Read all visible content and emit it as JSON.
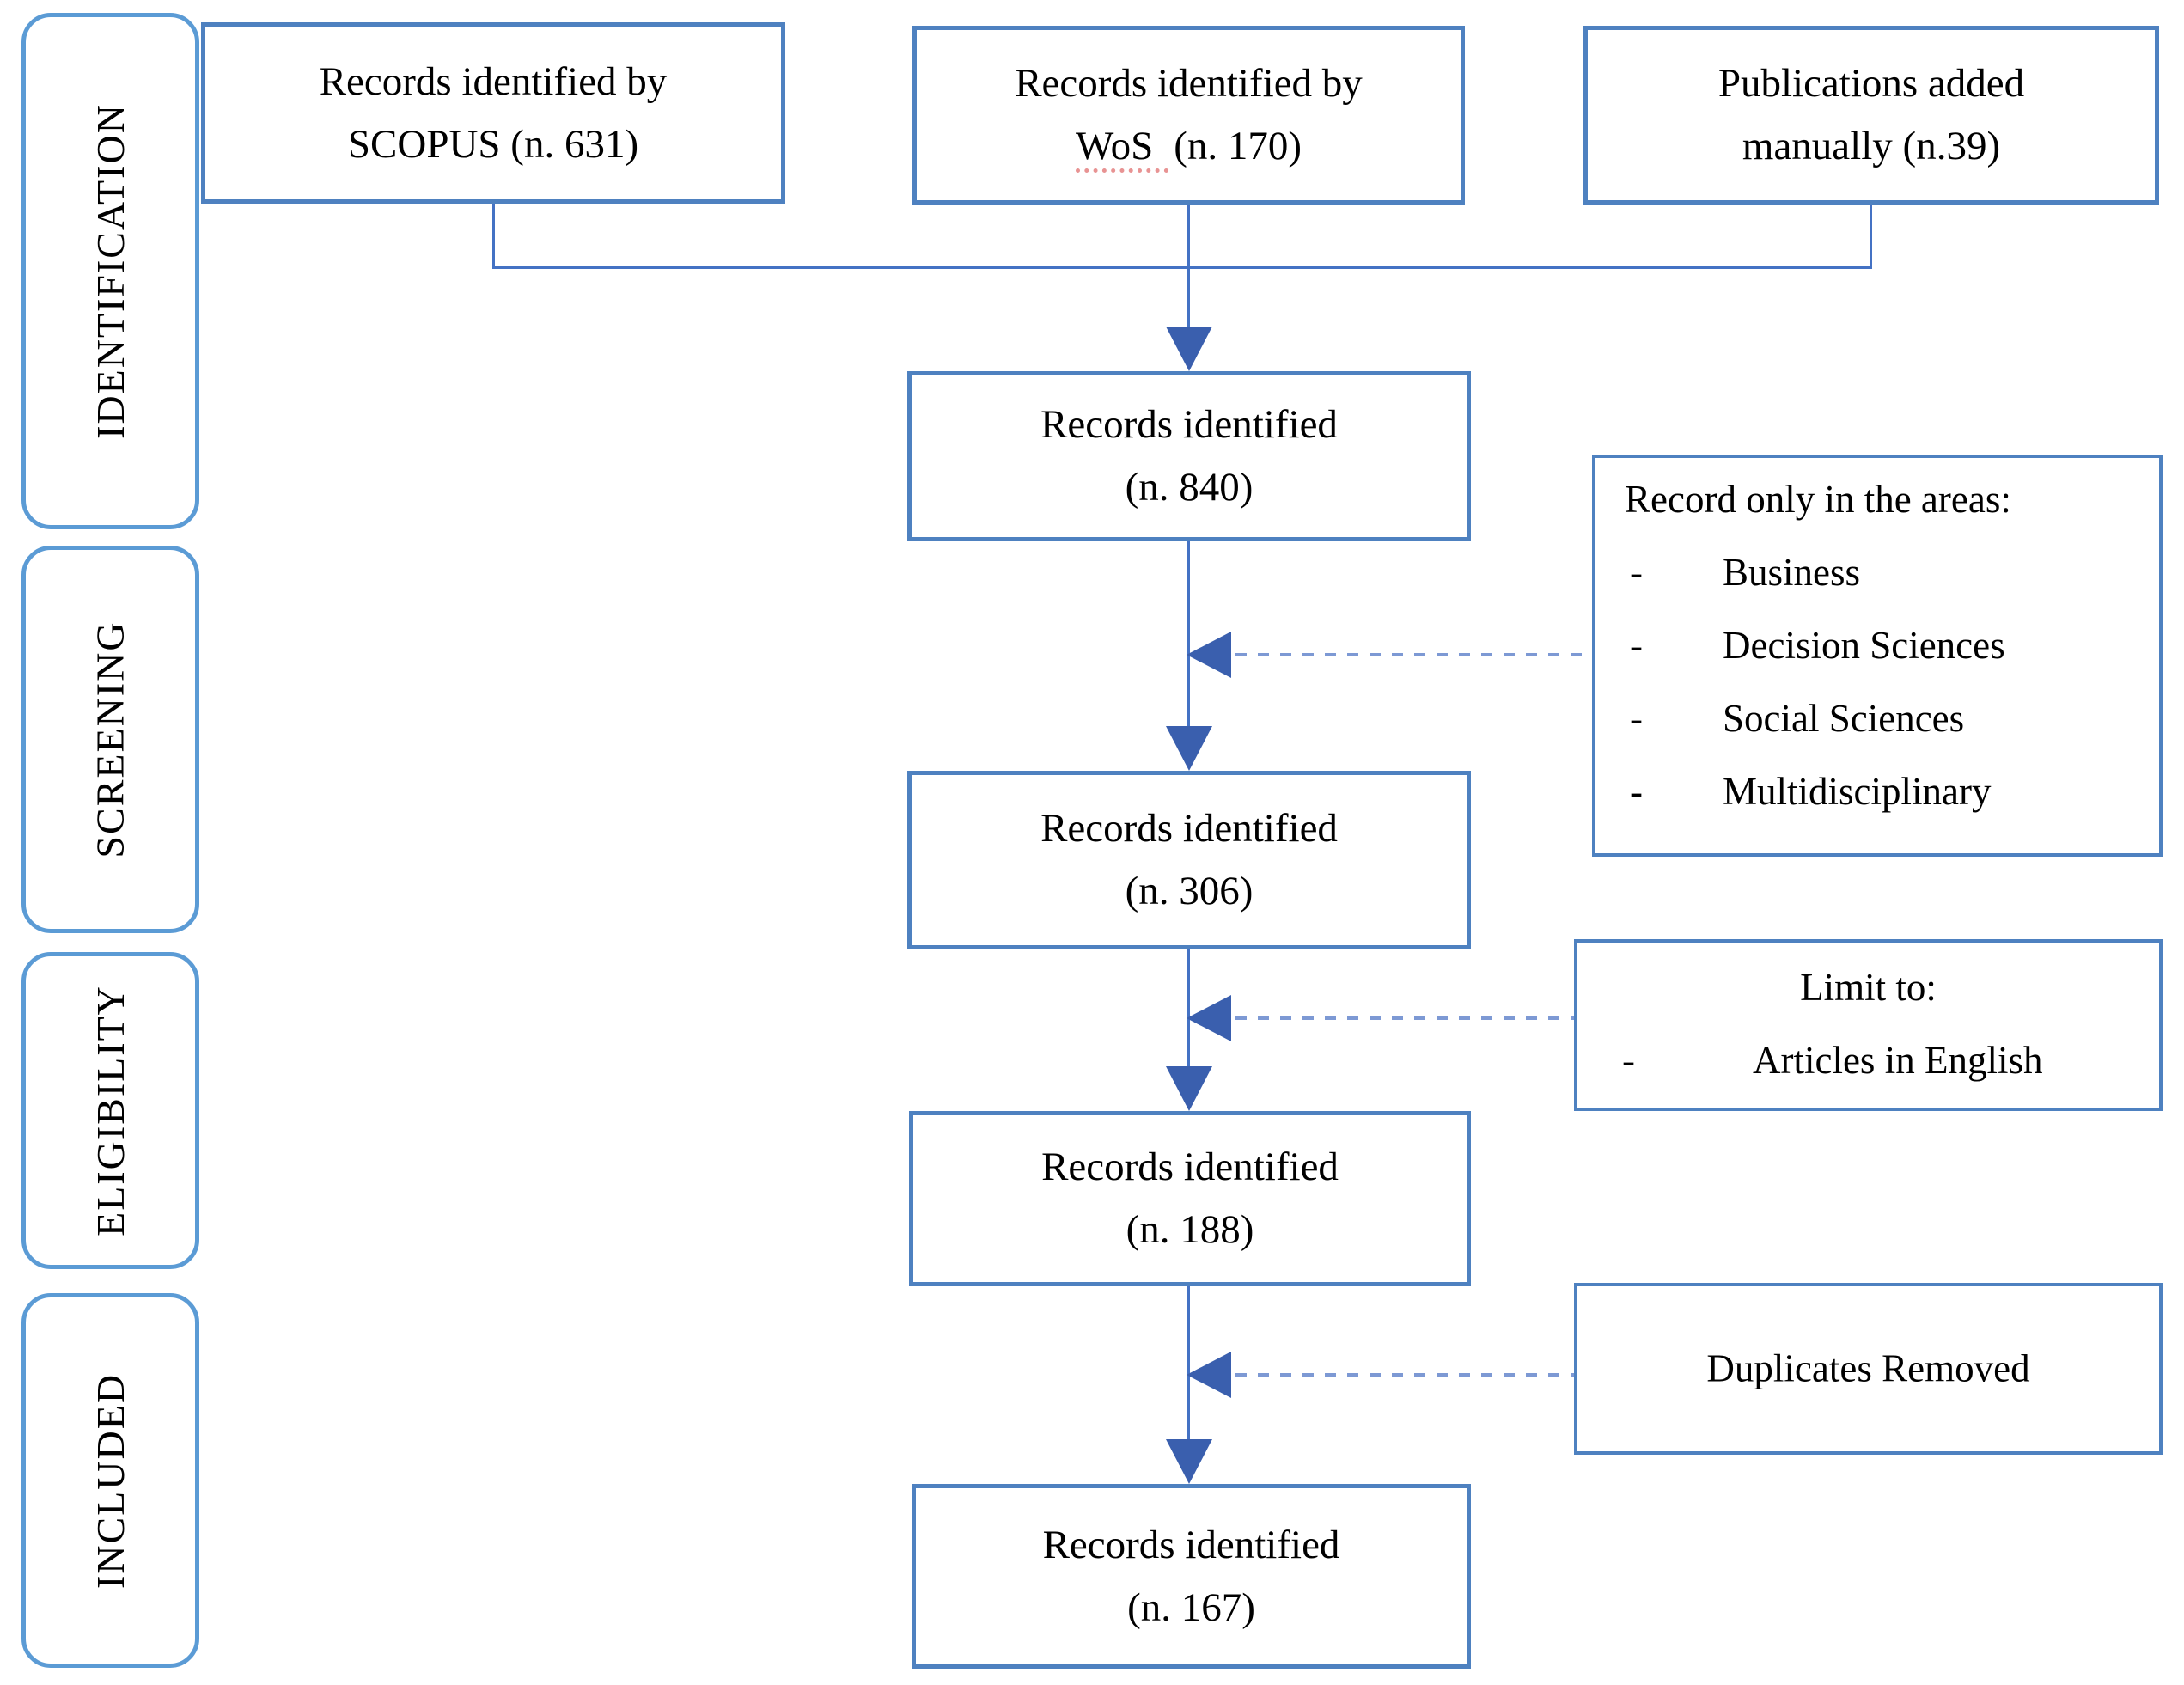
{
  "title": "PRISMA-style records screening flow diagram",
  "sidebar": {
    "stages": [
      {
        "label": "IDENTIFICATION"
      },
      {
        "label": "SCREENING"
      },
      {
        "label": "ELIGIBILITY"
      },
      {
        "label": "INCLUDED"
      }
    ]
  },
  "sources": [
    {
      "line1": "Records identified by",
      "line2": "SCOPUS (n. 631)"
    },
    {
      "line1": "Records identified by",
      "line2_word": "WoS",
      "line2_rest": "(n. 170)"
    },
    {
      "line1": "Publications added",
      "line2": "manually (n.39)"
    }
  ],
  "flow": [
    {
      "line1": "Records identified",
      "line2": "(n. 840)"
    },
    {
      "line1": "Records identified",
      "line2": "(n. 306)"
    },
    {
      "line1": "Records identified",
      "line2": "(n. 188)"
    },
    {
      "line1": "Records identified",
      "line2": "(n. 167)"
    }
  ],
  "filters": [
    {
      "heading": "Record only in the areas:",
      "items": [
        "Business",
        "Decision Sciences",
        "Social Sciences",
        "Multidisciplinary"
      ]
    },
    {
      "heading": "Limit to:",
      "items": [
        "Articles in English"
      ]
    },
    {
      "heading": "Duplicates Removed",
      "items": []
    }
  ],
  "misc": {
    "bullet": "-"
  },
  "colors": {
    "sidebar_border": "#5b9bd5",
    "box_border": "#4e81c0",
    "connector": "#4472c4",
    "arrowhead": "#3a5fae",
    "dashed": "#7d99d4",
    "text": "#000000",
    "spellcheck_squiggle": "#e89393"
  }
}
